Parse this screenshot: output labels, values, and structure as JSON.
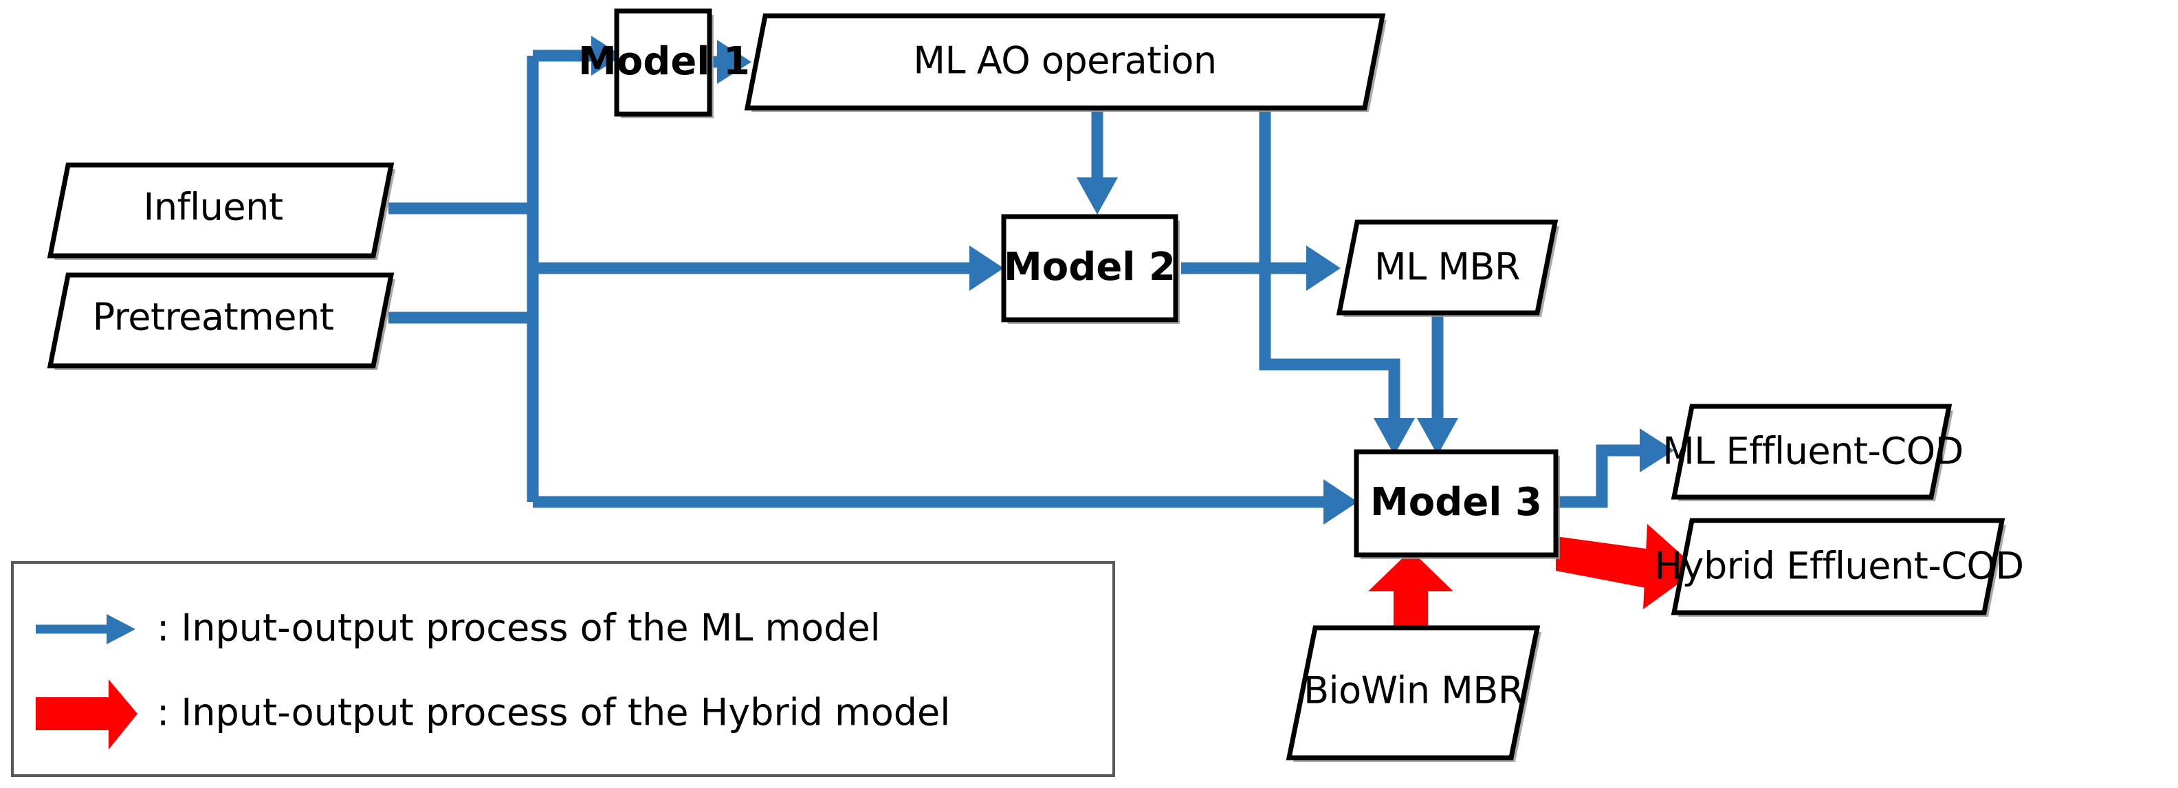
{
  "diagram": {
    "title": "ML and Hybrid model input-output process flow",
    "colors": {
      "flow_ml": "#2E75B6",
      "flow_hybrid": "#FF0000",
      "node_stroke": "#000000",
      "node_fill": "#FFFFFF",
      "legend_border": "#595959"
    },
    "nodes": {
      "influent": {
        "label": "Influent",
        "shape": "parallelogram"
      },
      "pretreatment": {
        "label": "Pretreatment",
        "shape": "parallelogram"
      },
      "model1": {
        "label": "Model 1",
        "shape": "rectangle"
      },
      "model2": {
        "label": "Model 2",
        "shape": "rectangle"
      },
      "model3": {
        "label": "Model 3",
        "shape": "rectangle"
      },
      "ml_ao_operation": {
        "label": "ML AO operation",
        "shape": "parallelogram"
      },
      "ml_mbr": {
        "label": "ML MBR",
        "shape": "parallelogram"
      },
      "ml_effluent_cod": {
        "label": "ML Effluent-COD",
        "shape": "parallelogram"
      },
      "hybrid_effluent_cod": {
        "label": "Hybrid Effluent-COD",
        "shape": "parallelogram"
      },
      "biowin_mbr": {
        "label": "BioWin MBR",
        "shape": "parallelogram"
      }
    },
    "edges": [
      {
        "from": "influent",
        "to": "model1",
        "type": "ml"
      },
      {
        "from": "pretreatment",
        "to": "model1",
        "type": "ml"
      },
      {
        "from": "influent",
        "to": "model2",
        "type": "ml"
      },
      {
        "from": "pretreatment",
        "to": "model2",
        "type": "ml"
      },
      {
        "from": "influent",
        "to": "model3",
        "type": "ml"
      },
      {
        "from": "pretreatment",
        "to": "model3",
        "type": "ml"
      },
      {
        "from": "model1",
        "to": "ml_ao_operation",
        "type": "ml"
      },
      {
        "from": "ml_ao_operation",
        "to": "model2",
        "type": "ml"
      },
      {
        "from": "ml_ao_operation",
        "to": "model3",
        "type": "ml"
      },
      {
        "from": "model2",
        "to": "ml_mbr",
        "type": "ml"
      },
      {
        "from": "ml_mbr",
        "to": "model3",
        "type": "ml"
      },
      {
        "from": "model3",
        "to": "ml_effluent_cod",
        "type": "ml"
      },
      {
        "from": "biowin_mbr",
        "to": "model3",
        "type": "hybrid"
      },
      {
        "from": "model3",
        "to": "hybrid_effluent_cod",
        "type": "hybrid"
      }
    ],
    "legend": {
      "items": [
        {
          "icon": "blue-arrow-icon",
          "label": ": Input-output process of the ML model",
          "color": "#2E75B6"
        },
        {
          "icon": "red-arrow-icon",
          "label": ": Input-output process of the Hybrid model",
          "color": "#FF0000"
        }
      ]
    }
  }
}
